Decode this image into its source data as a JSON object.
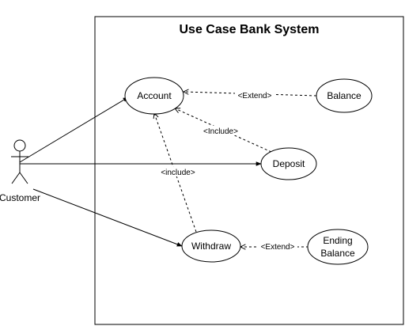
{
  "system": {
    "title": "Use Case Bank System"
  },
  "actor": {
    "label": "Customer"
  },
  "use_cases": {
    "account": "Account",
    "balance": "Balance",
    "deposit": "Deposit",
    "withdraw": "Withdraw",
    "ending_balance_line1": "Ending",
    "ending_balance_line2": "Balance"
  },
  "relations": {
    "balance_extends_account": "<Extend>",
    "deposit_includes_account": "<Include>",
    "withdraw_includes_account": "<include>",
    "ending_balance_extends_withdraw": "<Extend>"
  }
}
